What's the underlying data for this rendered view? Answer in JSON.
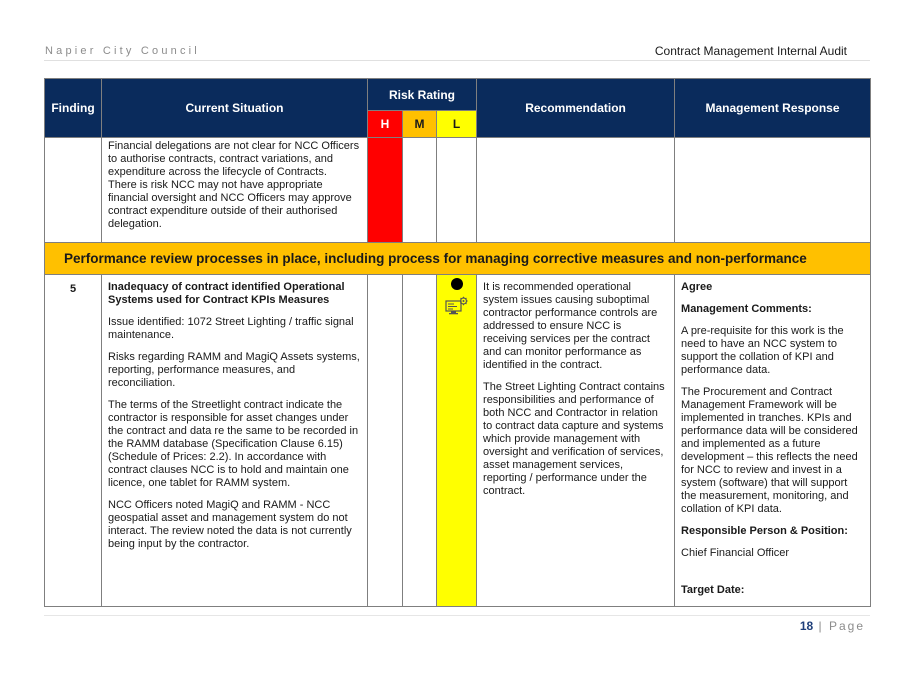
{
  "header": {
    "org": "Napier City Council",
    "report": "Contract Management Internal Audit"
  },
  "table_headers": {
    "finding": "Finding",
    "current_situation": "Current Situation",
    "risk_rating": "Risk Rating",
    "h": "H",
    "m": "M",
    "l": "L",
    "recommendation": "Recommendation",
    "management_response": "Management Response"
  },
  "continued_row": {
    "risk_level": "H",
    "text": [
      "Financial delegations are not clear for NCC Officers to authorise contracts, contract variations, and expenditure across the lifecycle of Contracts.",
      "There is risk NCC may not have appropriate financial oversight and NCC Officers may approve contract expenditure outside of their authorised delegation."
    ]
  },
  "section_title": "Performance review processes in place, including process for managing corrective measures and non-performance",
  "finding_5": {
    "number": "5",
    "risk_level": "L",
    "title": "Inadequacy of contract identified Operational Systems used for Contract KPIs Measures",
    "situation": [
      "Issue identified: 1072 Street Lighting / traffic signal maintenance.",
      "Risks regarding RAMM and MagiQ Assets systems, reporting, performance measures, and reconciliation.",
      "The terms of the Streetlight contract indicate the contractor is responsible for asset changes under the contract and data re the same to be recorded in the RAMM database (Specification Clause 6.15) (Schedule of Prices: 2.2).  In accordance with contract clauses NCC is to hold and maintain one licence, one tablet for RAMM system.",
      "NCC Officers noted MagiQ and RAMM - NCC geospatial asset and management system do not interact. The review noted the data is not currently being input by the contractor."
    ],
    "recommendation": [
      "It is recommended operational system issues causing suboptimal contractor performance controls are addressed to ensure NCC is receiving services per the contract and can monitor performance as identified in the contract.",
      "The Street Lighting Contract contains responsibilities and performance of both NCC and Contractor in relation to contract data capture and systems which provide management with oversight and verification of services, asset management services, reporting / performance under the contract."
    ],
    "response": {
      "agree": "Agree",
      "comments_heading": "Management Comments:",
      "comments": [
        "A pre-requisite for this work is the need to have an NCC system to support the collation of KPI and performance data.",
        "The Procurement and Contract Management Framework will be implemented in tranches.  KPIs and performance data will be considered and implemented as a future development – this reflects the need for NCC to review and invest in a system (software) that will support the measurement, monitoring, and collation of KPI data."
      ],
      "person_heading": "Responsible Person & Position:",
      "person": "Chief Financial Officer",
      "target_heading": "Target Date:"
    }
  },
  "footer": {
    "page_number": "18",
    "page_label": "| Page"
  },
  "colors": {
    "navy": "#0a2b5c",
    "high": "#ff0000",
    "medium": "#ffc000",
    "low": "#ffff00",
    "section": "#ffc000"
  }
}
